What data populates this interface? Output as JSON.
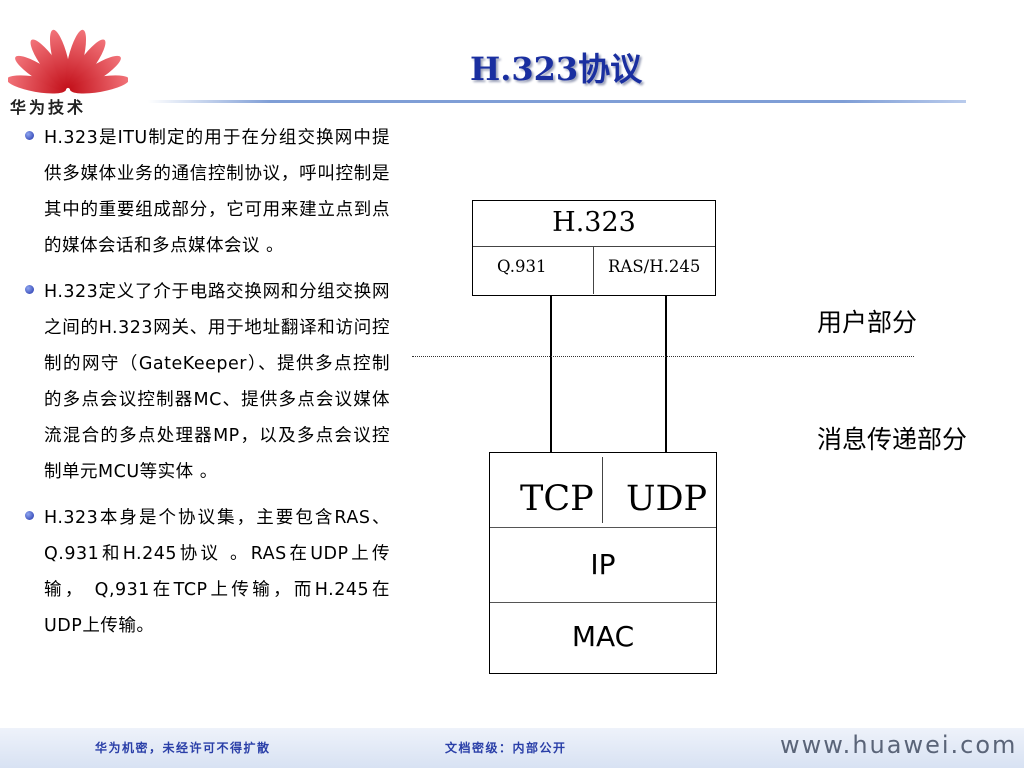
{
  "header": {
    "logo_text": "华为技术",
    "title": "H.323协议"
  },
  "bullets": [
    {
      "text": "H.323是ITU制定的用于在分组交换网中提供多媒体业务的通信控制协议，呼叫控制是其中的重要组成部分，它可用来建立点到点的媒体会话和多点媒体会议 。"
    },
    {
      "text": "H.323定义了介于电路交换网和分组交换网之间的H.323网关、用于地址翻译和访问控制的网守（GateKeeper）、提供多点控制的多点会议控制器MC、提供多点会议媒体流混合的多点处理器MP，以及多点会议控制单元MCU等实体 。"
    },
    {
      "text": "H.323本身是个协议集，主要包含RAS、Q.931和H.245协议 。RAS在UDP上传输， Q,931在TCP上传输，而H.245在UDP上传输。"
    }
  ],
  "diagram": {
    "h323_title": "H.323",
    "q931": "Q.931",
    "ras_h245": "RAS/H.245",
    "user_part": "用户部分",
    "message_part": "消息传递部分",
    "tcp": "TCP",
    "udp": "UDP",
    "ip": "IP",
    "mac": "MAC"
  },
  "footer": {
    "confidential": "华为机密，未经许可不得扩散",
    "doc_level": "文档密级：内部公开",
    "website": "www.huawei.com"
  },
  "colors": {
    "title": "#1a2fa0",
    "footer_text": "#2a3fa8",
    "logo_red": "#d4202a"
  }
}
